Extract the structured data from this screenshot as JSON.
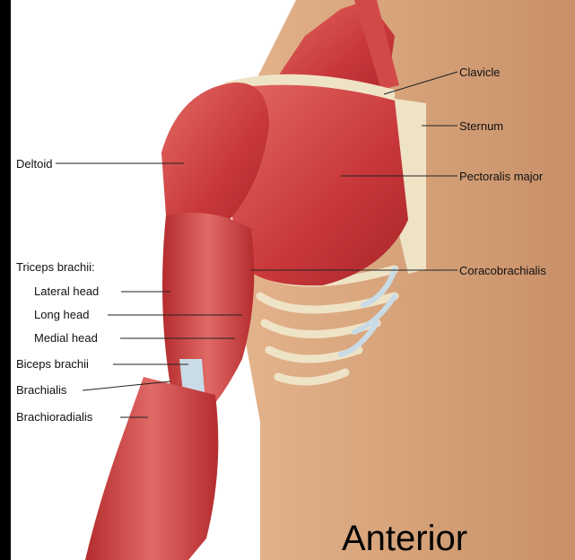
{
  "labels": {
    "clavicle": "Clavicle",
    "sternum": "Sternum",
    "deltoid": "Deltoid",
    "pectoralis_major": "Pectoralis major",
    "triceps_brachii": "Triceps brachii:",
    "lateral_head": "Lateral head",
    "coracobrachialis": "Coracobrachialis",
    "long_head": "Long head",
    "medial_head": "Medial head",
    "biceps_brachii": "Biceps brachii",
    "brachialis": "Brachialis",
    "brachioradialis": "Brachioradialis"
  },
  "view_label": "Anterior",
  "colors": {
    "background": "#000000",
    "panel": "#ffffff",
    "skin": "#d9a77f",
    "muscle": "#c8373a",
    "muscle_light": "#e06a66",
    "tendon": "#c9dbe6",
    "bone": "#efe3c6",
    "leader_line": "#222222"
  }
}
